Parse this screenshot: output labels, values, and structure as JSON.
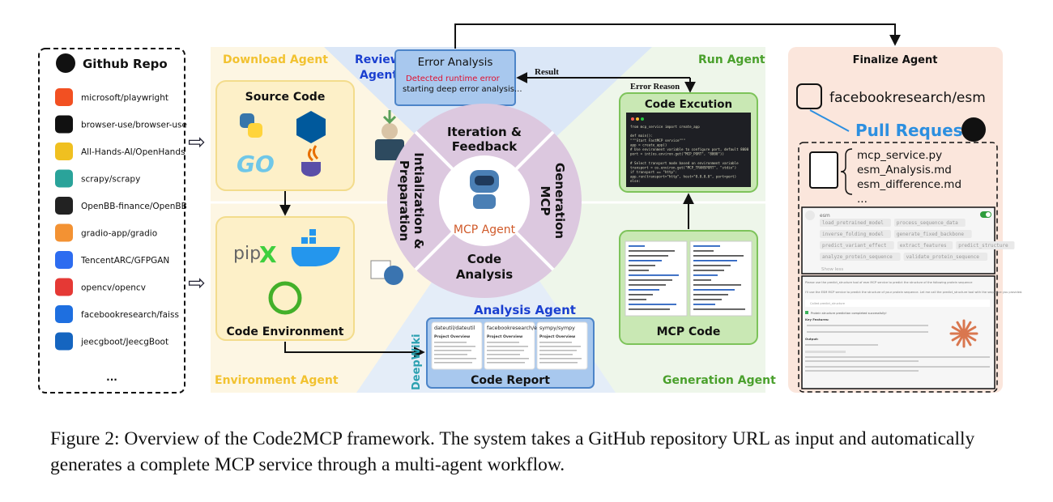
{
  "github": {
    "title": "Github Repo",
    "repos": [
      {
        "name": "microsoft/playwright",
        "icon": "microsoft-logo",
        "color": "#f25022"
      },
      {
        "name": "browser-use/browser-use",
        "icon": "browser-use-logo",
        "color": "#111111"
      },
      {
        "name": "All-Hands-AI/OpenHands",
        "icon": "openhands-logo",
        "color": "#f0c020"
      },
      {
        "name": "scrapy/scrapy",
        "icon": "scrapy-logo",
        "color": "#2aa39a"
      },
      {
        "name": "OpenBB-finance/OpenBB",
        "icon": "openbb-logo",
        "color": "#222222"
      },
      {
        "name": "gradio-app/gradio",
        "icon": "gradio-logo",
        "color": "#f39233"
      },
      {
        "name": "TencentARC/GFPGAN",
        "icon": "tencentarc-logo",
        "color": "#2d6cf0"
      },
      {
        "name": "opencv/opencv",
        "icon": "opencv-logo",
        "color": "#e53935"
      },
      {
        "name": "facebookresearch/faiss",
        "icon": "faiss-logo",
        "color": "#1e6fe0"
      },
      {
        "name": "jeecgboot/JeecgBoot",
        "icon": "jeecgboot-logo",
        "color": "#1565c0"
      }
    ],
    "more": "..."
  },
  "agents": {
    "download": "Download Agent",
    "review_line1": "Review",
    "review_line2": "Agent",
    "run": "Run Agent",
    "environment": "Environment Agent",
    "analysis": "Analysis Agent",
    "generation": "Generation Agent",
    "finalize": "Finalize Agent"
  },
  "colors": {
    "download": "#f2c230",
    "review": "#1a3fd0",
    "run": "#4aa02c",
    "analysis": "#1a3fd0",
    "error": "#e0102f",
    "pull_request": "#2c8fe0"
  },
  "boxes": {
    "source_code": "Source Code",
    "code_environment": "Code Environment",
    "error_analysis": {
      "title": "Error Analysis",
      "error": "Detected runtime error",
      "status": "starting deep error analysis..."
    },
    "code_execution": "Code Excution",
    "mcp_code": "MCP Code",
    "code_report": "Code Report"
  },
  "languages": {
    "go": "GO",
    "pip": "pip"
  },
  "edges": {
    "result": "Result",
    "error_reason": "Error Reason"
  },
  "wheel": {
    "center": "MCP Agent",
    "iteration_line1": "Iteration &",
    "iteration_line2": "Feedback",
    "init_line1": "Intialization &",
    "init_line2": "Preparation",
    "mcp_line1": "MCP",
    "mcp_line2": "Generation",
    "analysis_line1": "Code",
    "analysis_line2": "Analysis"
  },
  "code_lines": [
    "from mcp_service import create_app",
    "",
    "def main():",
    "    \"\"\"Start FastMCP service\"\"\"",
    "    app = create_app()",
    "    # Use environment variable to configure port, default 8000",
    "    port = int(os.environ.get(\"MCP_PORT\", \"8000\"))",
    "",
    "    # Select transport mode based on environment variable",
    "    transport = os.environ.get(\"MCP_TRANSPORT\", \"stdio\")",
    "    if transport == \"http\":",
    "        app.run(transport=\"http\", host=\"0.0.0.0\", port=port)",
    "    else:"
  ],
  "reports": [
    {
      "title": "dateutil/dateutil",
      "heading": "Project Overview"
    },
    {
      "title": "facebookresearch/esm",
      "heading": "Project Overview"
    },
    {
      "title": "sympy/sympy",
      "heading": "Project Overview"
    }
  ],
  "deepwiki": "DeepWiki",
  "finalize": {
    "repo": "facebookresearch/esm",
    "pull_request": "Pull Request",
    "files": [
      "mcp_service.py",
      "esm_Analysis.md",
      "esm_difference.md",
      "..."
    ],
    "service_name": "esm",
    "tools": [
      "load_pretrained_model",
      "process_sequence_data",
      "inverse_folding_model",
      "generate_fixed_backbone",
      "predict_variant_effect",
      "extract_features",
      "predict_structure",
      "analyze_protein_sequence",
      "validate_protein_sequence"
    ],
    "show_less": "Show less",
    "enabled": true,
    "chat_prompt": "Please use the predict_structure tool of esm MCP service to predict the structure of the following protein sequence",
    "chat_reply": "I'll use the ESM MCP service to predict the structure of your protein sequence. Let me call the predict_structure tool with the sequence you provided.",
    "tool_call": "Called predict_structure",
    "success": "Protein structure prediction completed successfully!",
    "key_features": "Key Features:",
    "output": "Output:"
  },
  "caption": {
    "text": "Figure 2: Overview of the Code2MCP framework. The system takes a GitHub repository URL as input and automatically generates a complete MCP service through a multi-agent workflow."
  }
}
